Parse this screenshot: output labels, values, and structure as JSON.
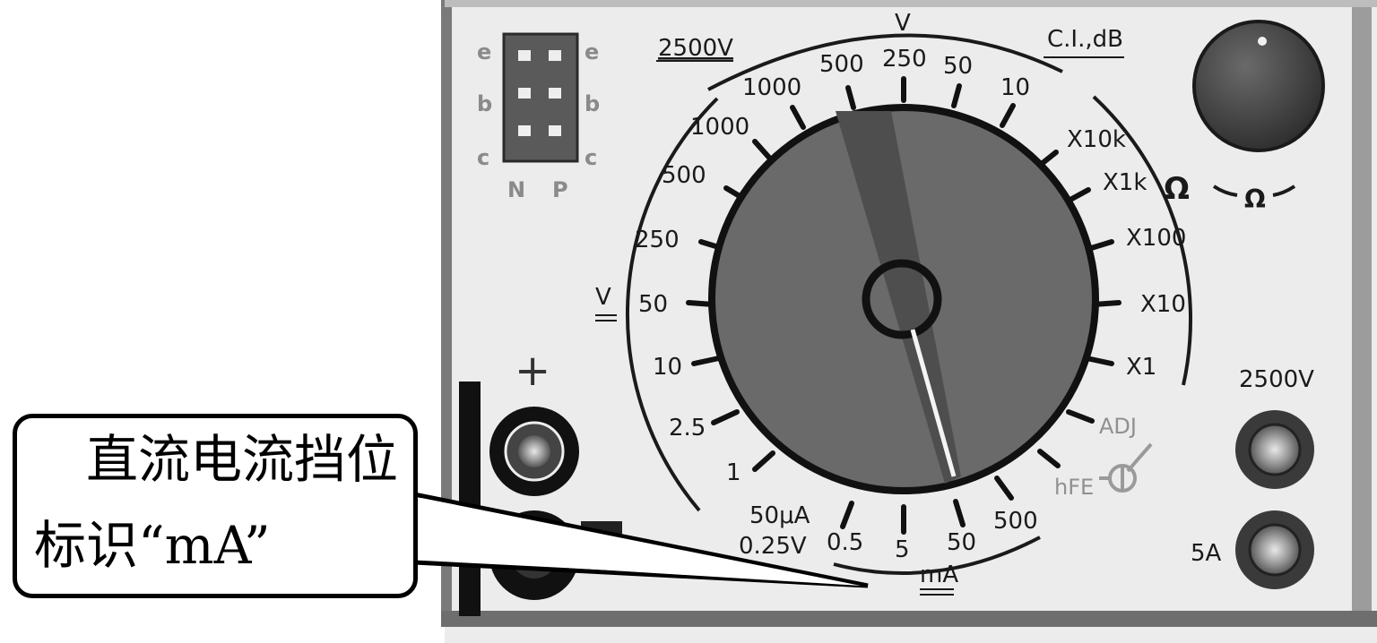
{
  "dial": {
    "top_v_label": "V",
    "dcv_2500_label": "2500V",
    "db_label": "C.I.,dB",
    "inner_arc": [
      "1000",
      "500",
      "250",
      "50",
      "10"
    ],
    "left_v_label": "V",
    "left_scale": [
      "1000",
      "500",
      "250",
      "50",
      "10",
      "2.5",
      "1"
    ],
    "bottom_left_1": "50μA",
    "bottom_left_2": "0.25V",
    "ma_scale": [
      "0.5",
      "5",
      "50",
      "500"
    ],
    "ma_label": "mA",
    "ohm_scale": [
      "X10k",
      "X1k",
      "X100",
      "X10",
      "X1"
    ],
    "ohm_symbol": "Ω",
    "adj_label": "ADJ",
    "hfe_label": "hFE"
  },
  "transistor_socket": {
    "pins_left": [
      "e",
      "b",
      "c"
    ],
    "pins_right": [
      "e",
      "b",
      "c"
    ],
    "type_n": "N",
    "type_p": "P"
  },
  "ohm_knob_label": "Ω",
  "jacks": {
    "plus": "+",
    "high_v": "2500V",
    "high_a": "5A"
  },
  "callout": {
    "line1": "直流电流挡位",
    "line2": "标识“mA”"
  }
}
